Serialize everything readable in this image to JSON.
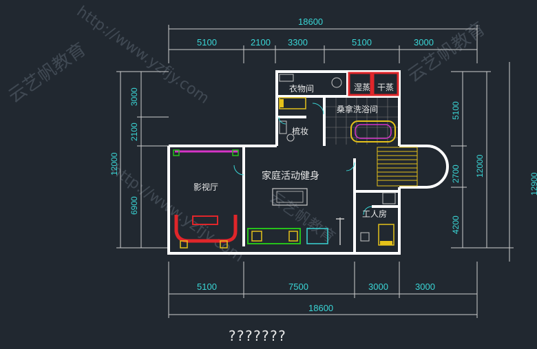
{
  "dimensions": {
    "top_total": "18600",
    "top_segments": [
      "5100",
      "2100",
      "3300",
      "5100",
      "3000"
    ],
    "bottom_total": "18600",
    "bottom_segments": [
      "5100",
      "7500",
      "3000",
      "3000"
    ],
    "left_total": "12000",
    "left_segments": [
      "3000",
      "2100",
      "6900"
    ],
    "right_inner_segments": [
      "5100",
      "2700",
      "4200"
    ],
    "right_inner_total": "12000",
    "right_outer_total": "12900"
  },
  "rooms": {
    "closet": "衣物间",
    "dressing": "梳妆",
    "wet_steam": "湿蒸",
    "dry_steam": "干蒸",
    "sauna_bath": "桑拿洗浴间",
    "family_gym": "家庭活动健身",
    "theater": "影视厅",
    "staff_room": "工人房"
  },
  "caption": "???????",
  "watermarks": [
    "云艺帆教育",
    "http://www.yzfjy.com"
  ],
  "colors": {
    "background": "#212830",
    "dimension": "#3ad6d6",
    "wall": "#ffffff",
    "sofa": "#e0262a",
    "furniture_yellow": "#e6c21a",
    "magenta": "#d634c8",
    "green_plant": "#27c21a"
  }
}
